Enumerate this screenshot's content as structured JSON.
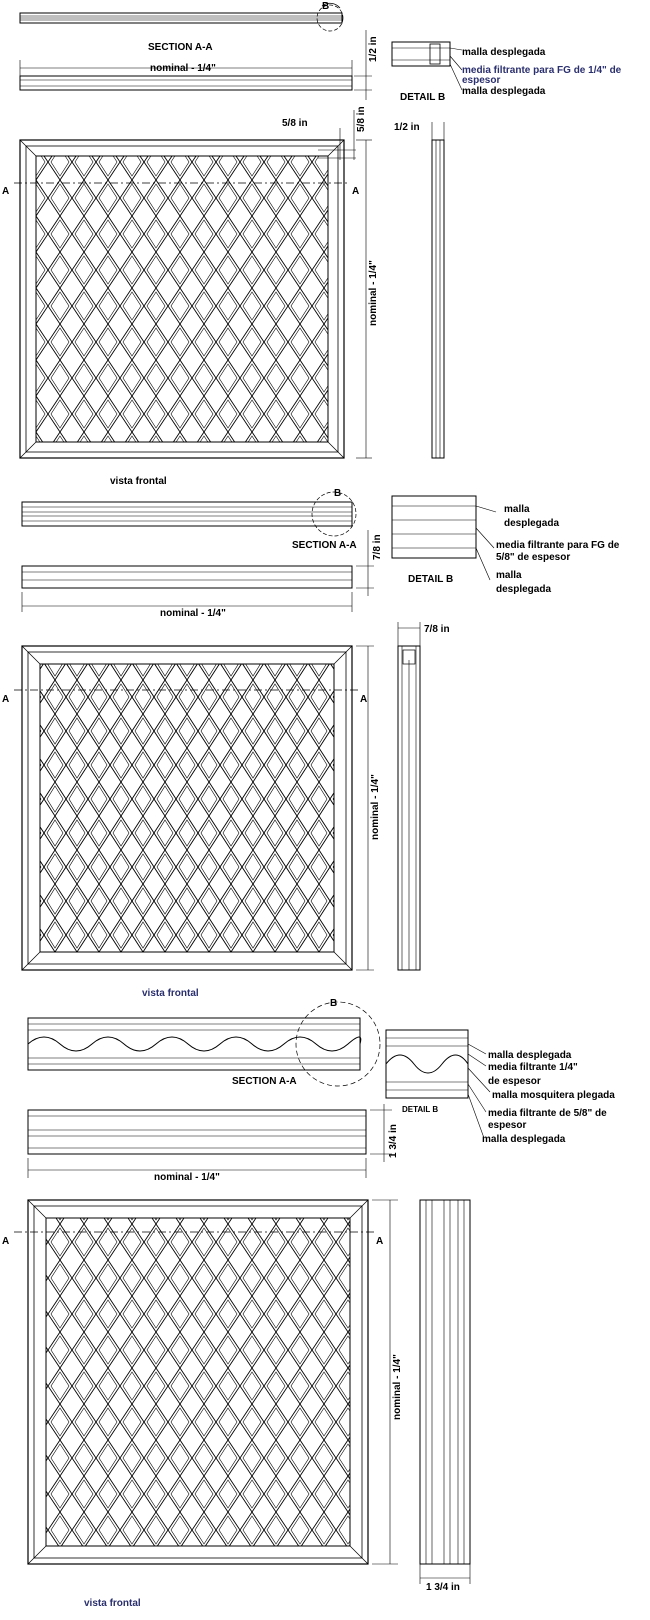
{
  "section_label": "SECTION A-A",
  "detail_label": "DETAIL B",
  "front_view_label": "vista frontal",
  "dimensions": {
    "nominal": "nominal - 1/4\"",
    "half_in": "1/2 in",
    "five_eighths_in": "5/8 in",
    "seven_eighths_in": "7/8 in",
    "one_three_quarter_in": "1 3/4 in"
  },
  "markers": {
    "section_mark": "A",
    "detail_mark": "B"
  },
  "detail1_callouts": [
    "malla desplegada",
    "media filtrante para FG de 1/4\" de",
    "espesor",
    "malla desplegada"
  ],
  "detail2_callouts": [
    "malla",
    "desplegada",
    "media filtrante para FG de",
    "5/8\" de espesor",
    "malla",
    "desplegada"
  ],
  "detail3_callouts": [
    "malla desplegada",
    "media filtrante 1/4\"",
    "de espesor",
    "malla mosquitera plegada",
    "media filtrante de 5/8\" de",
    "espesor",
    "malla desplegada"
  ],
  "colors": {
    "ink": "#000000",
    "blue_text": "#2a2f6e",
    "paper": "#ffffff"
  }
}
